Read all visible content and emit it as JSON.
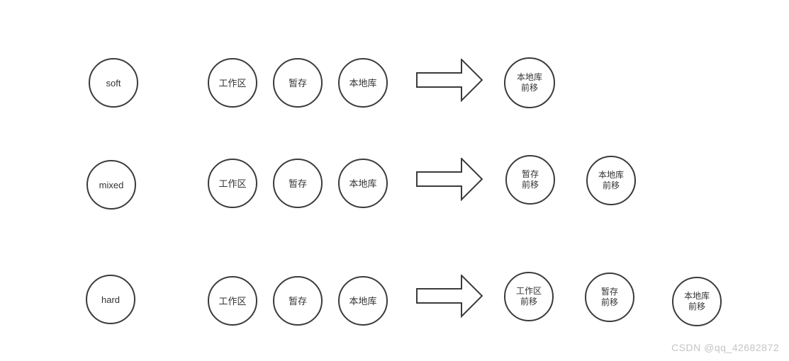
{
  "diagram": {
    "rows": [
      {
        "mode": "soft",
        "stages": [
          "工作区",
          "暂存",
          "本地库"
        ],
        "results": [
          "本地库\n前移"
        ]
      },
      {
        "mode": "mixed",
        "stages": [
          "工作区",
          "暂存",
          "本地库"
        ],
        "results": [
          "暂存\n前移",
          "本地库\n前移"
        ]
      },
      {
        "mode": "hard",
        "stages": [
          "工作区",
          "暂存",
          "本地库"
        ],
        "results": [
          "工作区\n前移",
          "暂存\n前移",
          "本地库\n前移"
        ]
      }
    ]
  },
  "watermark": {
    "text": "CSDN @qq_42682872"
  },
  "colors": {
    "outline": "#3b3b3b",
    "node_text": "#333333",
    "watermark_text": "#c4c4c4",
    "background": "#ffffff"
  }
}
